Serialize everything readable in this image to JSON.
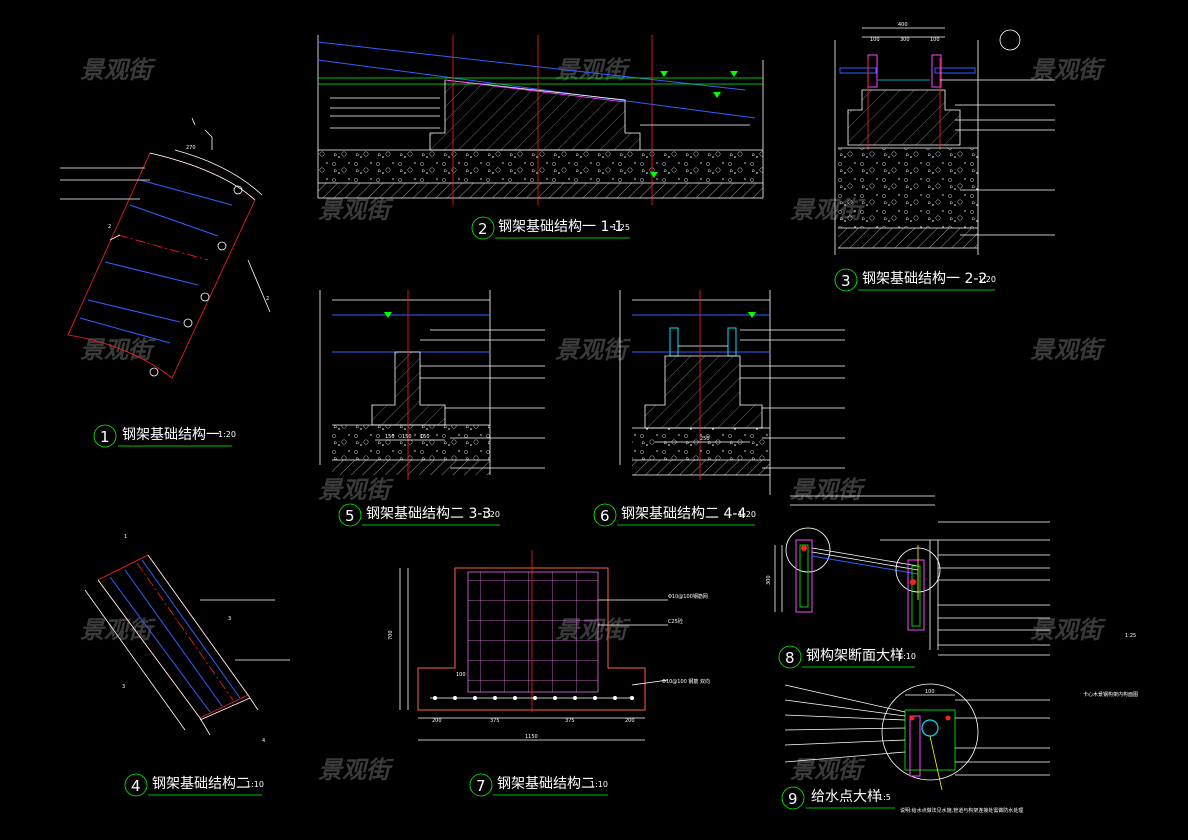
{
  "watermark": "景观街",
  "details": [
    {
      "num": "1",
      "title": "钢架基础结构一",
      "scale": "1:20"
    },
    {
      "num": "2",
      "title": "钢架基础结构一 1-1",
      "scale": "1:25"
    },
    {
      "num": "3",
      "title": "钢架基础结构一 2-2",
      "scale": "1:20"
    },
    {
      "num": "4",
      "title": "钢架基础结构二",
      "scale": "1:10"
    },
    {
      "num": "5",
      "title": "钢架基础结构二 3-3",
      "scale": "1:20"
    },
    {
      "num": "6",
      "title": "钢架基础结构二 4-4",
      "scale": "1:20"
    },
    {
      "num": "7",
      "title": "钢架基础结构二",
      "scale": "1:10"
    },
    {
      "num": "8",
      "title": "钢构架断面大样",
      "scale": "1:10"
    },
    {
      "num": "9",
      "title": "给水点大样",
      "scale": "1:5"
    }
  ],
  "side_note": "卡心木景钢构架内构面图",
  "side_scale": "1:25",
  "dims": {
    "d3_top": "400",
    "d3_a": "100",
    "d3_b": "300",
    "d3_c": "100",
    "d5_a": "150",
    "d5_b": "150",
    "d5_c": "150",
    "d6_mid": "250",
    "d7_a": "200",
    "d7_b": "375",
    "d7_c": "375",
    "d7_d": "200",
    "d7_total": "1150",
    "d7_h": "700",
    "d7_in": "100",
    "d1_top": "270",
    "d8_h": "300",
    "d9_top": "100",
    "sec_2": "2",
    "sec_3": "3",
    "sec_4": "4",
    "sec_1": "1"
  },
  "notes": {
    "d7_mesh": "Φ10@100钢筋网",
    "d7_concrete": "C25砼",
    "d7_bar": "Φ10@100 钢筋 双向",
    "d9_foot": "说明:给水点做法见水施,管道与构架连接处需做防水处理"
  }
}
